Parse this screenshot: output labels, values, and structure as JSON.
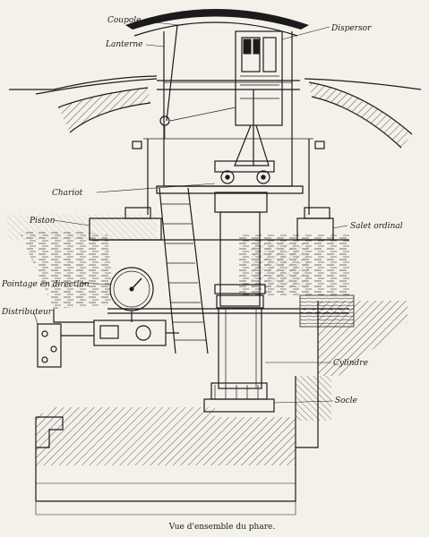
{
  "labels": {
    "coupole": "Coupole",
    "lanterne": "Lanterne",
    "dispersor": "Dispersor",
    "chariot": "Chariot",
    "piston": "Piston",
    "seal": "Salet ordinal",
    "gauge": "Pointage en direction",
    "distributor": "Distributeur",
    "cylinder": "Cylindre",
    "base": "Socle"
  },
  "caption": "Vue d'ensemble du phare."
}
